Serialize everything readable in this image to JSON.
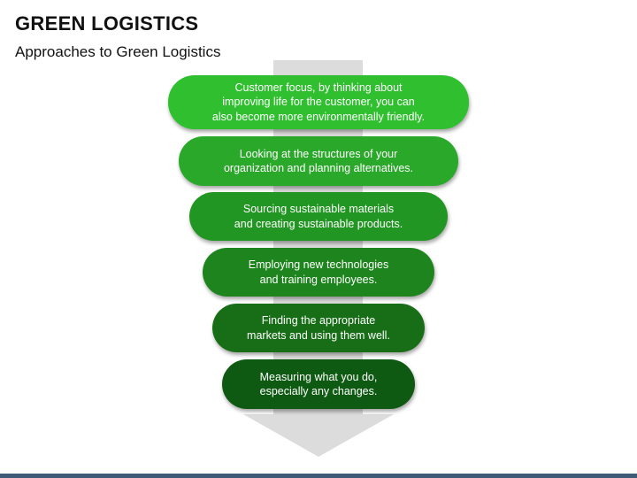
{
  "header": {
    "title": "GREEN LOGISTICS",
    "subtitle": "Approaches to Green Logistics"
  },
  "steps": [
    {
      "text": "Customer focus, by thinking about\nimproving life for the customer, you can\nalso become more environmentally friendly.",
      "color": "#2fbf2f"
    },
    {
      "text": "Looking at the structures of your\norganization and planning alternatives.",
      "color": "#2aa82a"
    },
    {
      "text": "Sourcing sustainable materials\nand creating sustainable products.",
      "color": "#229622"
    },
    {
      "text": "Employing new technologies\nand training employees.",
      "color": "#1e851e"
    },
    {
      "text": "Finding the appropriate\nmarkets and using them well.",
      "color": "#176e17"
    },
    {
      "text": "Measuring what you do,\nespecially any changes.",
      "color": "#0f5a12"
    }
  ],
  "colors": {
    "arrow": "#dcdcdc",
    "footer": "#3e5a76"
  }
}
